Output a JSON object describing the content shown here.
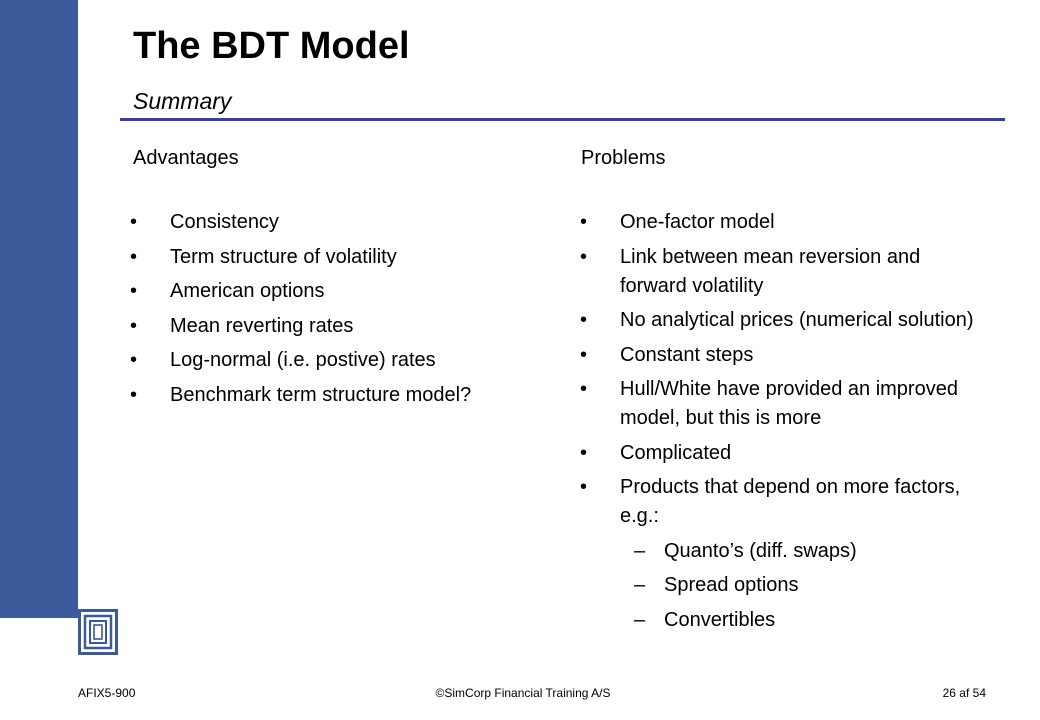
{
  "slide": {
    "title": "The BDT Model",
    "subtitle": "Summary"
  },
  "advantages": {
    "heading": "Advantages",
    "items": [
      "Consistency",
      "Term structure of volatility",
      "American options",
      "Mean reverting rates",
      "Log-normal (i.e. postive) rates",
      "Benchmark term structure model?"
    ]
  },
  "problems": {
    "heading": "Problems",
    "items": [
      "One-factor model",
      "Link between mean reversion and forward volatility",
      "No analytical prices (numerical solution)",
      "Constant steps",
      "Hull/White have provided an improved model, but this is more",
      "Complicated",
      "Products that depend on more factors, e.g.:"
    ],
    "sub_items": [
      "Quanto’s (diff. swaps)",
      "Spread options",
      "Convertibles"
    ]
  },
  "footer": {
    "left": "AFIX5-900",
    "center": "©SimCorp Financial Training A/S",
    "right": "26 af 54"
  },
  "markers": {
    "bullet": "•",
    "dash": "–"
  },
  "colors": {
    "sidebar": "#3c5a9a",
    "title_rule": "#3a3aa8",
    "logo": "#3c5a9a"
  },
  "icons": {
    "logo": "nested-squares-logo-icon"
  }
}
